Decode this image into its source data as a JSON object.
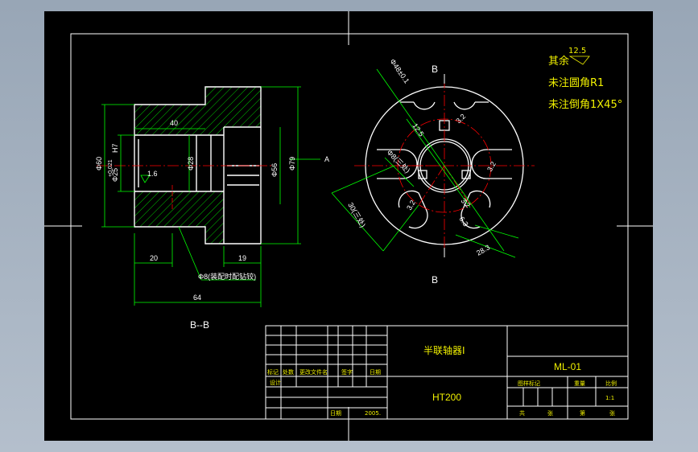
{
  "colors": {
    "background": "#000000",
    "outline": "#ffffff",
    "dimension": "#00ff00",
    "centerline": "#ff0000",
    "hatch": "#00ff00",
    "note": "#f0f000",
    "window": "#a9b5c3"
  },
  "notes": {
    "roughness_value": "12.5",
    "remaining": "其余",
    "fillet": "未注圆角R1",
    "chamfer": "未注倒角1X45°"
  },
  "section_view": {
    "label": "B--B",
    "dims": {
      "d_40": "40",
      "d_tol": "1.6",
      "phi_28": "Φ28",
      "phi_60": "Φ60",
      "phi_25": "Φ25",
      "fit_tol": "+0.021",
      "fit_h7": "H7",
      "phi_56": "Φ56",
      "phi_79": "Φ79",
      "d_20": "20",
      "d_19": "19",
      "d_64": "64",
      "phi_8": "Φ8(装配时配钻铰)",
      "arrow_a": "A"
    }
  },
  "front_view": {
    "label_top": "B",
    "label_bottom": "B",
    "dims": {
      "phi_48": "Φ48±0.1",
      "phi_8": "Φ8(三处)",
      "d_3_2a": "3.2",
      "d_3_2b": "3.2",
      "d_3_2c": "3.2",
      "d_3_2d": "3.2",
      "d_6_3": "6.3",
      "d_12_5": "12.5",
      "d_30": "30(三处)",
      "d_28_3": "28.3"
    }
  },
  "title_block": {
    "part_name": "半联轴器Ⅰ",
    "material": "HT200",
    "drawing_no": "ML-01",
    "scale": "1:1",
    "headers_left": [
      "标记",
      "处数",
      "更改文件名",
      "签字",
      "日期"
    ],
    "design_label": "设计",
    "date_label": "日期",
    "date_value": "2005.",
    "headers_right": [
      "图样标记",
      "重量",
      "比例"
    ],
    "sheet_labels": [
      "共",
      "张",
      "第",
      "张"
    ]
  }
}
